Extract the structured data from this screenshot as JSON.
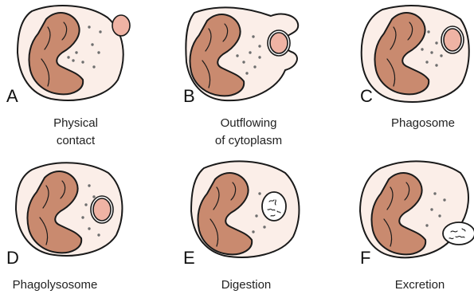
{
  "colors": {
    "cell_fill": "#fbeee8",
    "nucleus_fill": "#c98a6f",
    "particle_fill": "#efb3a4",
    "outline": "#1a1a1a",
    "granule": "#6e6e6e"
  },
  "panels": [
    {
      "id": "A",
      "letter": "A",
      "caption": [
        "Physical",
        "contact"
      ]
    },
    {
      "id": "B",
      "letter": "B",
      "caption": [
        "Outflowing",
        "of cytoplasm"
      ]
    },
    {
      "id": "C",
      "letter": "C",
      "caption": [
        "Phagosome"
      ]
    },
    {
      "id": "D",
      "letter": "D",
      "caption": [
        "Phagolysosome"
      ]
    },
    {
      "id": "E",
      "letter": "E",
      "caption": [
        "Digestion"
      ]
    },
    {
      "id": "F",
      "letter": "F",
      "caption": [
        "Excretion"
      ]
    }
  ]
}
